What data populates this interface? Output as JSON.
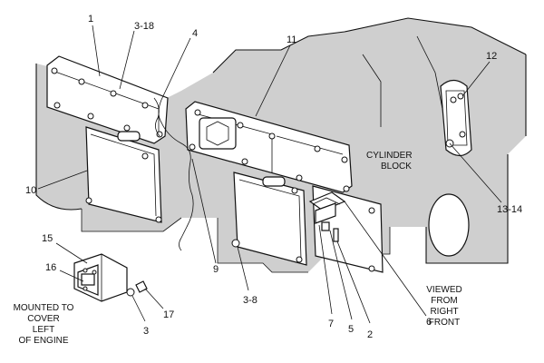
{
  "callouts": {
    "c1": "1",
    "c3_18": "3-18",
    "c4": "4",
    "c11": "11",
    "c12": "12",
    "c10": "10",
    "c13_14": "13-14",
    "c15": "15",
    "c16": "16",
    "c17": "17",
    "c3": "3",
    "c9": "9",
    "c3_8": "3-8",
    "c7": "7",
    "c5": "5",
    "c2": "2",
    "c6": "6"
  },
  "notes": {
    "cylinder_block": [
      "CYLINDER",
      "BLOCK"
    ],
    "viewed_from": [
      "VIEWED",
      "FROM",
      "RIGHT",
      "FRONT"
    ],
    "mounted_to": [
      "MOUNTED TO",
      "COVER",
      "LEFT",
      "OF ENGINE"
    ]
  }
}
